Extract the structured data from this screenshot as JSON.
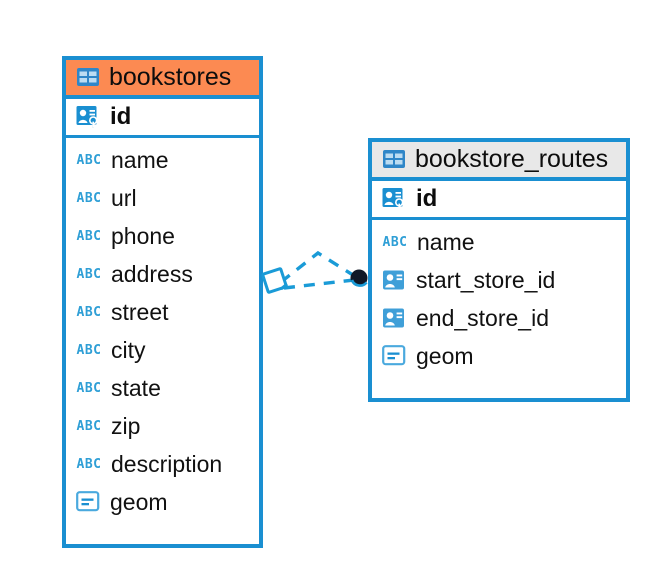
{
  "diagram": {
    "type": "entity-relationship-diagram",
    "colors": {
      "border": "#1a8fd1",
      "selected_header": "#fc8a52",
      "normal_header": "#e8e8e8",
      "icon_blue": "#2f9fd6",
      "connector": "#1a9bd7",
      "connector_endpoint": "#111827",
      "background": "#ffffff"
    }
  },
  "tables": [
    {
      "name": "bookstores",
      "selected": true,
      "table_icon": "table-icon",
      "primary_key": {
        "label": "id",
        "icon": "primary-key-icon"
      },
      "fields": [
        {
          "label": "name",
          "icon": "abc-text-icon",
          "icon_text": "ABC"
        },
        {
          "label": "url",
          "icon": "abc-text-icon",
          "icon_text": "ABC"
        },
        {
          "label": "phone",
          "icon": "abc-text-icon",
          "icon_text": "ABC"
        },
        {
          "label": "address",
          "icon": "abc-text-icon",
          "icon_text": "ABC"
        },
        {
          "label": "street",
          "icon": "abc-text-icon",
          "icon_text": "ABC"
        },
        {
          "label": "city",
          "icon": "abc-text-icon",
          "icon_text": "ABC"
        },
        {
          "label": "state",
          "icon": "abc-text-icon",
          "icon_text": "ABC"
        },
        {
          "label": "zip",
          "icon": "abc-text-icon",
          "icon_text": "ABC"
        },
        {
          "label": "description",
          "icon": "abc-text-icon",
          "icon_text": "ABC"
        },
        {
          "label": "geom",
          "icon": "geometry-icon",
          "icon_text": ""
        }
      ]
    },
    {
      "name": "bookstore_routes",
      "selected": false,
      "table_icon": "table-icon",
      "primary_key": {
        "label": "id",
        "icon": "primary-key-icon"
      },
      "fields": [
        {
          "label": "name",
          "icon": "abc-text-icon",
          "icon_text": "ABC"
        },
        {
          "label": "start_store_id",
          "icon": "foreign-key-icon",
          "icon_text": ""
        },
        {
          "label": "end_store_id",
          "icon": "foreign-key-icon",
          "icon_text": ""
        },
        {
          "label": "geom",
          "icon": "geometry-icon",
          "icon_text": ""
        }
      ]
    }
  ],
  "relationship": {
    "style": "dashed",
    "left_endpoint": "diamond-outline",
    "right_endpoint": "filled-circle",
    "from_table": "bookstores",
    "to_table": "bookstore_routes"
  }
}
